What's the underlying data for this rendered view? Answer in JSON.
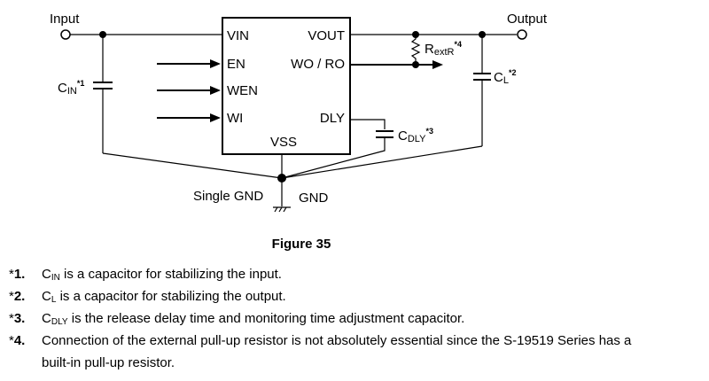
{
  "schematic": {
    "terminals": {
      "input": "Input",
      "output": "Output"
    },
    "ic_pins": {
      "vin": "VIN",
      "en": "EN",
      "wen": "WEN",
      "wi": "WI",
      "vout": "VOUT",
      "wo_ro": "WO / RO",
      "dly": "DLY",
      "vss": "VSS"
    },
    "components": {
      "cin": {
        "base": "C",
        "sub": "IN",
        "note": "*1"
      },
      "cl": {
        "base": "C",
        "sub": "L",
        "note": "*2"
      },
      "cdly": {
        "base": "C",
        "sub": "DLY",
        "note": "*3"
      },
      "rext": {
        "base": "R",
        "sub": "extR",
        "note": "*4"
      }
    },
    "ground": {
      "single_gnd": "Single GND",
      "gnd": "GND"
    }
  },
  "figure": {
    "title": "Figure 35"
  },
  "notes": [
    {
      "marker": "*",
      "num": "1.",
      "sym": "C",
      "sym_sub": "IN",
      "text": " is a capacitor for stabilizing the input."
    },
    {
      "marker": "*",
      "num": "2.",
      "sym": "C",
      "sym_sub": "L",
      "text": " is a capacitor for stabilizing the output."
    },
    {
      "marker": "*",
      "num": "3.",
      "sym": "C",
      "sym_sub": "DLY",
      "text": " is the release delay time and monitoring time adjustment capacitor."
    },
    {
      "marker": "*",
      "num": "4.",
      "text": "Connection of the external pull-up resistor is not absolutely essential since the S-19519 Series has a",
      "continuation": "built-in pull-up resistor."
    }
  ]
}
